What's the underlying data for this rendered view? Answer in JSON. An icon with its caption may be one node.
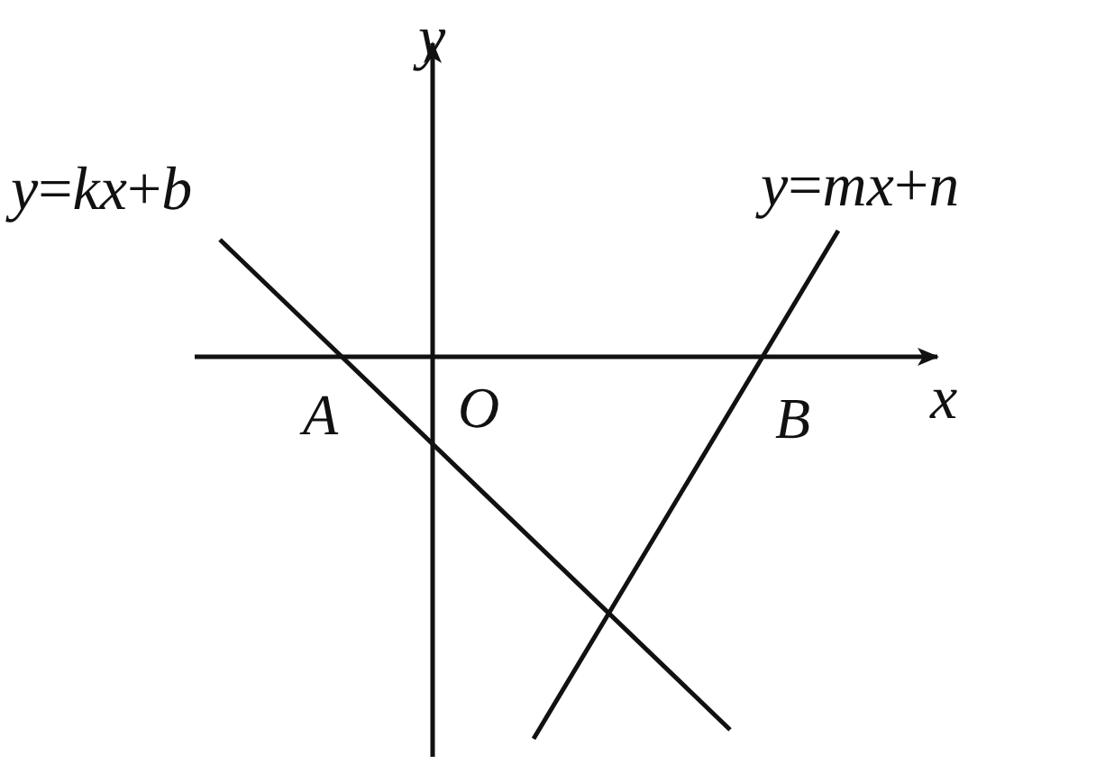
{
  "diagram": {
    "labels": [
      "*y*",
      "*x*",
      "*O*",
      "*A*",
      "*B*",
      "*y*=*kx*+*b*",
      "*y*=*mx*+*n*"
    ]
  }
}
